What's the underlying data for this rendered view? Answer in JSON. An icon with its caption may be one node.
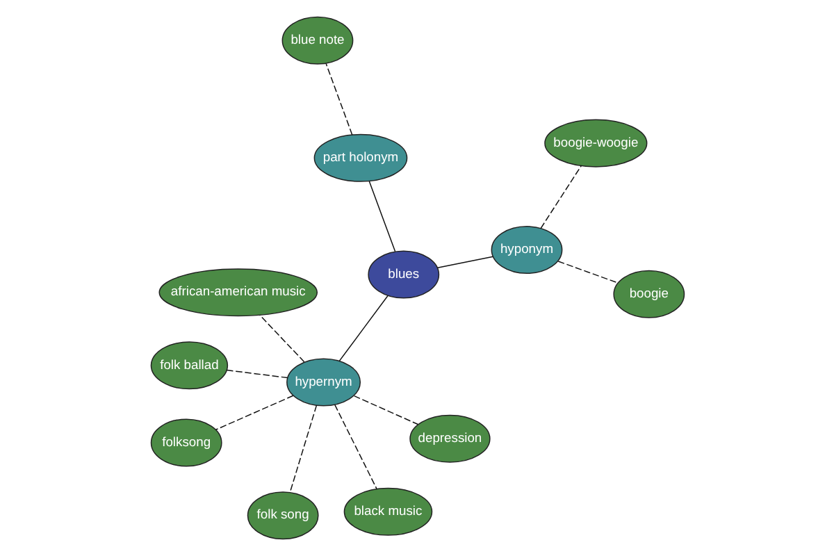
{
  "diagram": {
    "nodes": [
      {
        "text": [
          "blue note"
        ]
      },
      {
        "text": [
          "part holonym"
        ]
      },
      {
        "text": [
          "folksong"
        ]
      },
      {
        "text": [
          "african-american music"
        ]
      },
      {
        "text": [
          "blues"
        ]
      },
      {
        "text": [
          "folk ballad"
        ]
      },
      {
        "text": [
          "hypernym"
        ]
      },
      {
        "text": [
          "depression"
        ]
      },
      {
        "text": [
          "folk song"
        ]
      },
      {
        "text": [
          "black music"
        ]
      },
      {
        "text": [
          "hyponym"
        ]
      },
      {
        "text": [
          "boogie-woogie"
        ]
      },
      {
        "text": [
          "boogie"
        ]
      }
    ],
    "edges": [
      {
        "from": 4,
        "to": 1,
        "arrow": "none"
      },
      {
        "from": 4,
        "to": 6,
        "arrow": "none"
      },
      {
        "from": 4,
        "to": 10,
        "arrow": "none"
      },
      {
        "from": 1,
        "to": 0,
        "arrow": "none",
        "style": "dashed"
      },
      {
        "from": 6,
        "to": 2,
        "arrow": "none",
        "style": "dashed"
      },
      {
        "from": 6,
        "to": 3,
        "arrow": "none",
        "style": "dashed"
      },
      {
        "from": 6,
        "to": 5,
        "arrow": "none",
        "style": "dashed"
      },
      {
        "from": 6,
        "to": 9,
        "arrow": "none",
        "style": "dashed"
      },
      {
        "from": 6,
        "to": 7,
        "arrow": "none",
        "style": "dashed"
      },
      {
        "from": 6,
        "to": 8,
        "arrow": "none",
        "style": "dashed"
      },
      {
        "from": 10,
        "to": 11,
        "arrow": "none",
        "style": "dashed"
      },
      {
        "from": 10,
        "to": 12,
        "arrow": "none",
        "style": "dashed"
      }
    ]
  }
}
